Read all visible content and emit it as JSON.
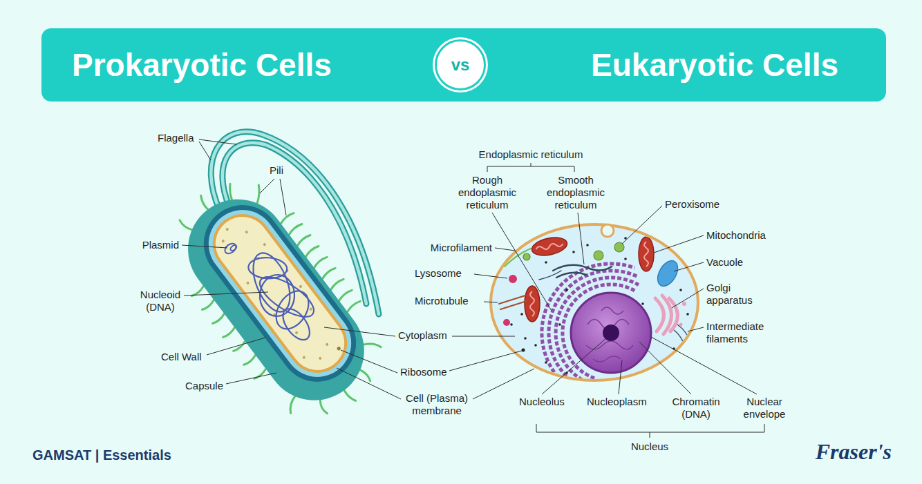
{
  "diagram": {
    "nodes": [
      {
        "text": [
          "Prokaryotic Cells",
          "Eukaryotic Cells"
        ]
      },
      {
        "text": [
          "vs"
        ],
        "in": 0
      }
    ],
    "labels": [
      "Flagella",
      "Endoplasmic reticulum",
      "Pili",
      "Rough endoplasmic reticulum",
      "Smooth endoplasmic reticulum",
      "Peroxisome",
      "Mitochondria",
      "Plasmid",
      "Microfilament",
      "Vacuole",
      "Lysosome",
      "Golgi apparatus",
      "Nucleoid (DNA)",
      "Microtubule",
      "Intermediate filaments",
      "Cytoplasm",
      "Cell Wall",
      "Ribosome",
      "Capsule",
      "Cell (Plasma) membrane",
      "Nucleolus",
      "Nucleoplasm",
      "Chromatin (DNA)",
      "Nuclear envelope",
      "Nucleus",
      "GAMSAT | Essentials",
      "Fraser's"
    ]
  }
}
